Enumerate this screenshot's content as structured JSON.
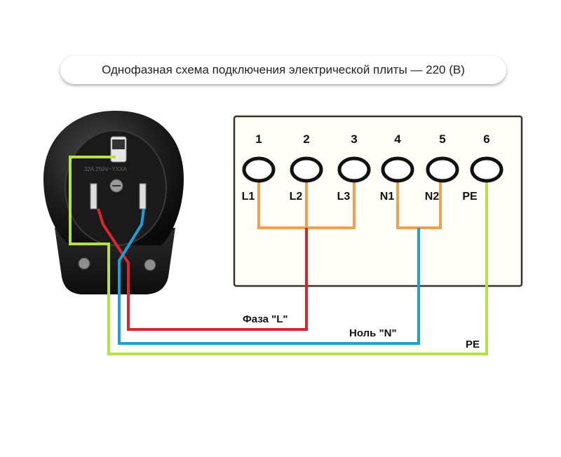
{
  "title": "Однофазная схема подключения электрической плиты — 220 (В)",
  "socket": {
    "rating_text": "32A 250V~YXXA"
  },
  "terminals": [
    {
      "number": "1",
      "label": "L1"
    },
    {
      "number": "2",
      "label": "L2"
    },
    {
      "number": "3",
      "label": "L3"
    },
    {
      "number": "4",
      "label": "N1"
    },
    {
      "number": "5",
      "label": "N2"
    },
    {
      "number": "6",
      "label": "PE"
    }
  ],
  "wires": {
    "phase": {
      "label": "Фаза \"L\"",
      "color": "#d7262e"
    },
    "neutral": {
      "label": "Ноль \"N\"",
      "color": "#1f9fd8"
    },
    "ground": {
      "label": "PE",
      "color": "#b5e04a"
    },
    "jumper_color": "#f0a050"
  }
}
